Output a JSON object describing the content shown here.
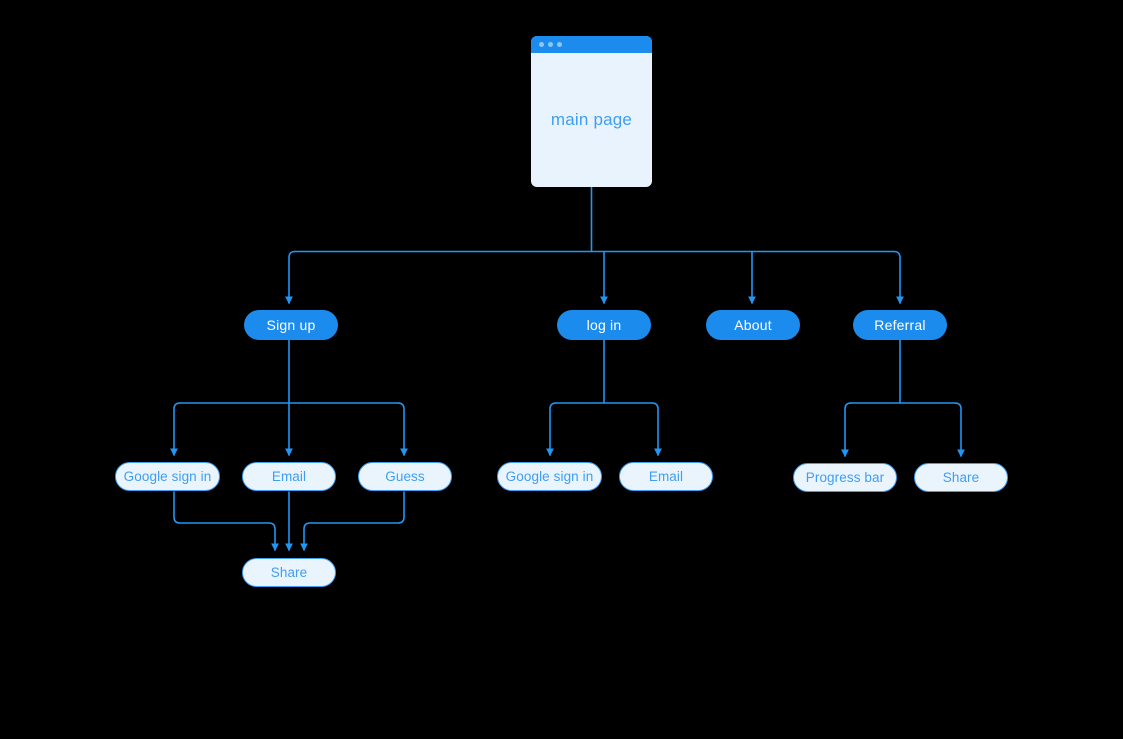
{
  "diagram": {
    "title": "site map flowchart",
    "background_color": "#000000",
    "colors": {
      "accent": "#1b8bed",
      "light_fill": "#eaf4fd",
      "window_fill": "#e8f3fd",
      "text_blue": "#3f9ef2",
      "text_white": "#ffffff",
      "edge": "#2196f3"
    }
  },
  "root": {
    "name": "main-page-window",
    "label": "main page",
    "window_dots": [
      "dot-1",
      "dot-2",
      "dot-3"
    ]
  },
  "level2": [
    {
      "id": "sign-up",
      "label": "Sign up",
      "style": "solid"
    },
    {
      "id": "log-in",
      "label": "log in",
      "style": "solid"
    },
    {
      "id": "about",
      "label": "About",
      "style": "solid"
    },
    {
      "id": "referral",
      "label": "Referral",
      "style": "solid"
    }
  ],
  "level3": {
    "sign_up_children": [
      {
        "id": "signup-google-sign-in",
        "label": "Google sign in",
        "style": "light"
      },
      {
        "id": "signup-email",
        "label": "Email",
        "style": "light"
      },
      {
        "id": "signup-guess",
        "label": "Guess",
        "style": "light"
      }
    ],
    "log_in_children": [
      {
        "id": "login-google-sign-in",
        "label": "Google sign in",
        "style": "light"
      },
      {
        "id": "login-email",
        "label": "Email",
        "style": "light"
      }
    ],
    "referral_children": [
      {
        "id": "referral-progress-bar",
        "label": "Progress bar",
        "style": "light"
      },
      {
        "id": "referral-share",
        "label": "Share",
        "style": "light"
      }
    ]
  },
  "level4": [
    {
      "id": "signup-share",
      "label": "Share",
      "style": "light"
    }
  ]
}
